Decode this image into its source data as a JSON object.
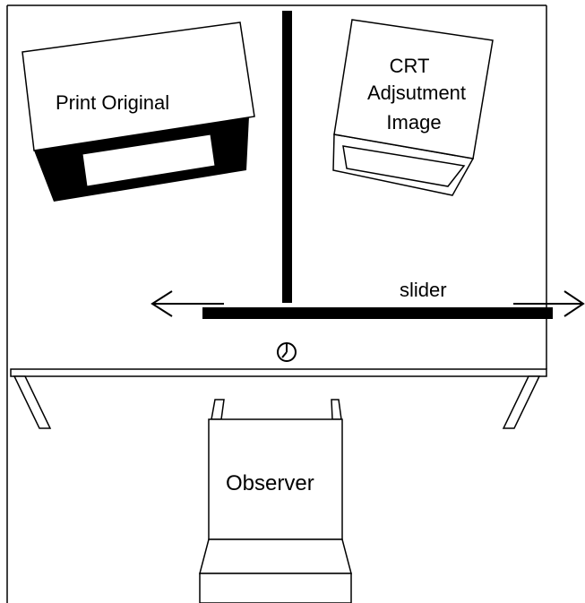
{
  "labels": {
    "print_original": "Print Original",
    "crt_line1": "CRT",
    "crt_line2": "Adjsutment",
    "crt_line3": "Image",
    "slider": "slider",
    "observer": "Observer"
  },
  "icons": {
    "slider_arrows": "double-headed-arrow",
    "clock": "clock-icon"
  },
  "colors": {
    "ink": "#000000",
    "background": "#ffffff"
  }
}
